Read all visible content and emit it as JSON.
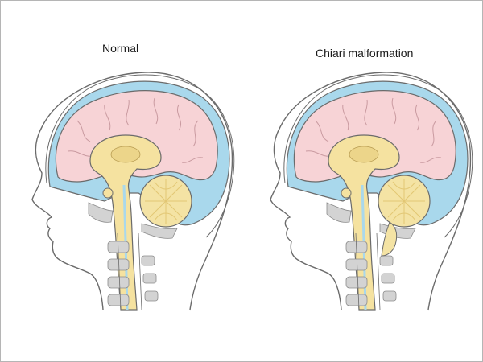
{
  "panels": {
    "left": {
      "label": "Normal"
    },
    "right": {
      "label": "Chiari malformation"
    }
  },
  "colors": {
    "csf": "#a9d8ec",
    "cerebrum": "#f7d3d6",
    "brainstem": "#f5e2a0",
    "cerebellum": "#f4e3a4",
    "bone": "#d3d3d3",
    "outline": "#6b6b6b"
  },
  "icons": [
    "sagittal-head-normal",
    "sagittal-head-chiari"
  ]
}
